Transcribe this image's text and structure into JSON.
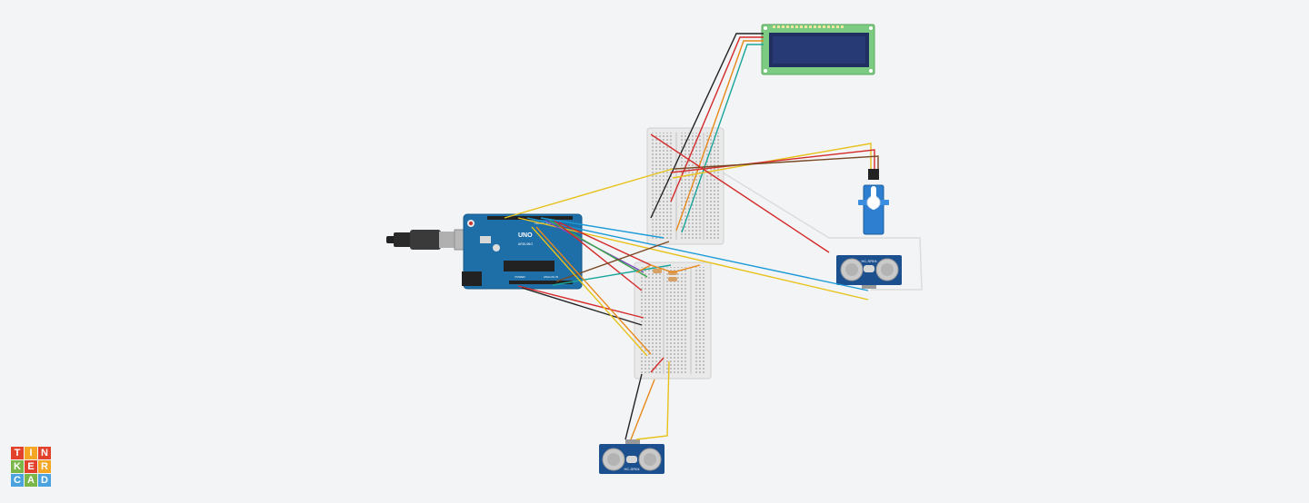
{
  "app": {
    "logo_letters": [
      "T",
      "I",
      "N",
      "K",
      "E",
      "R",
      "C",
      "A",
      "D"
    ],
    "logo_colors": [
      "#e2412c",
      "#f5a623",
      "#e2412c",
      "#7ab648",
      "#e2412c",
      "#f5a623",
      "#4aa3df",
      "#7ab648",
      "#4aa3df"
    ]
  },
  "board": {
    "brand": "UNO",
    "label": "ARDUINO",
    "header_digital": "DIGITAL (PWM~)",
    "header_power": "POWER",
    "header_analog": "ANALOG IN"
  },
  "sensor_right": {
    "label": "HC-SR04"
  },
  "sensor_bottom": {
    "label": "HC-SR04"
  },
  "colors": {
    "board": "#1e6fa8",
    "board_dark": "#17598a",
    "lcd_pcb": "#7dcb82",
    "lcd_screen": "#1f2f62",
    "breadboard": "#e9e9e9",
    "sensor": "#1c4f8e",
    "servo": "#2e7fd0",
    "wire_red": "#d42a2a",
    "wire_black": "#222222",
    "wire_yellow": "#e8c21a",
    "wire_orange": "#e8891a",
    "wire_blue": "#1a9ad6",
    "wire_teal": "#1aa59a",
    "wire_brown": "#7a4a26",
    "wire_green": "#3aa34a",
    "wire_purple": "#7a4ab8"
  }
}
